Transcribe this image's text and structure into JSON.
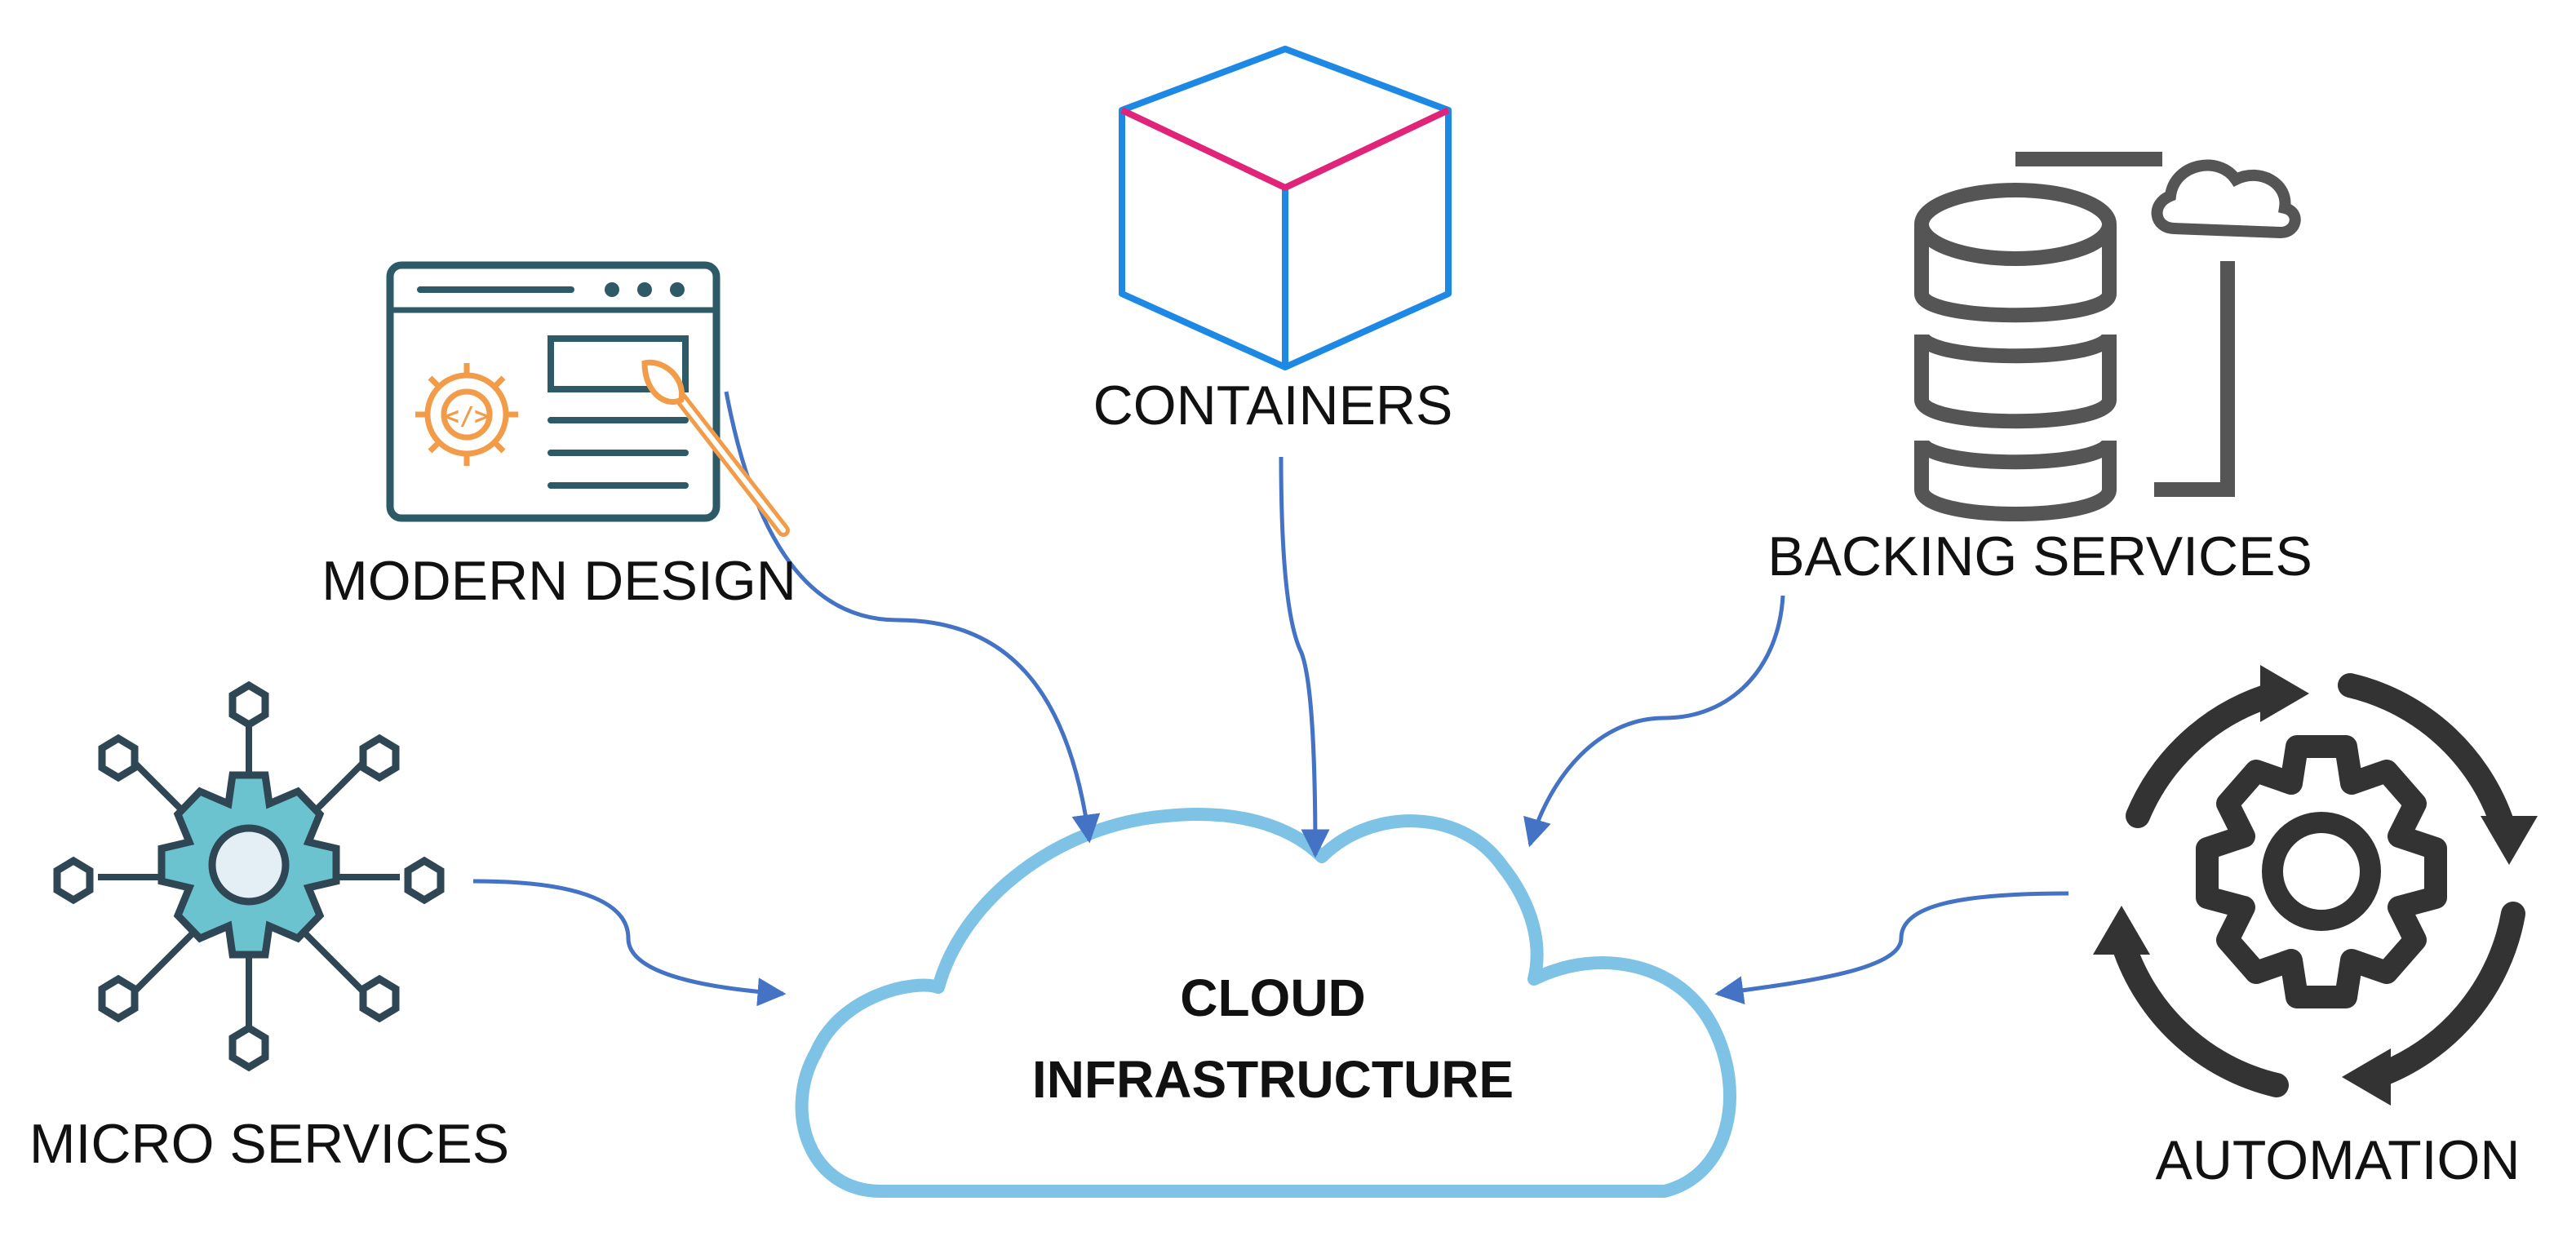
{
  "diagram": {
    "center": {
      "label_line1": "CLOUD",
      "label_line2": "INFRASTRUCTURE",
      "icon": "cloud-icon",
      "color": "#7EC3E5"
    },
    "nodes": [
      {
        "id": "modern_design",
        "label": "MODERN DESIGN",
        "icon": "web-design-icon"
      },
      {
        "id": "containers",
        "label": "CONTAINERS",
        "icon": "cube-icon"
      },
      {
        "id": "backing_services",
        "label": "BACKING SERVICES",
        "icon": "database-cloud-icon"
      },
      {
        "id": "micro_services",
        "label": "MICRO SERVICES",
        "icon": "gear-network-icon"
      },
      {
        "id": "automation",
        "label": "AUTOMATION",
        "icon": "gear-cycle-icon"
      }
    ],
    "colors": {
      "arrow": "#4472C4",
      "cube_edge": "#1E88E5",
      "cube_accent": "#E0247A",
      "design_frame": "#2E5A68",
      "design_accent": "#F29C4A",
      "microservice_fill": "#6CC3D0",
      "microservice_stroke": "#2F4754",
      "database": "#555555",
      "automation": "#333333"
    }
  }
}
